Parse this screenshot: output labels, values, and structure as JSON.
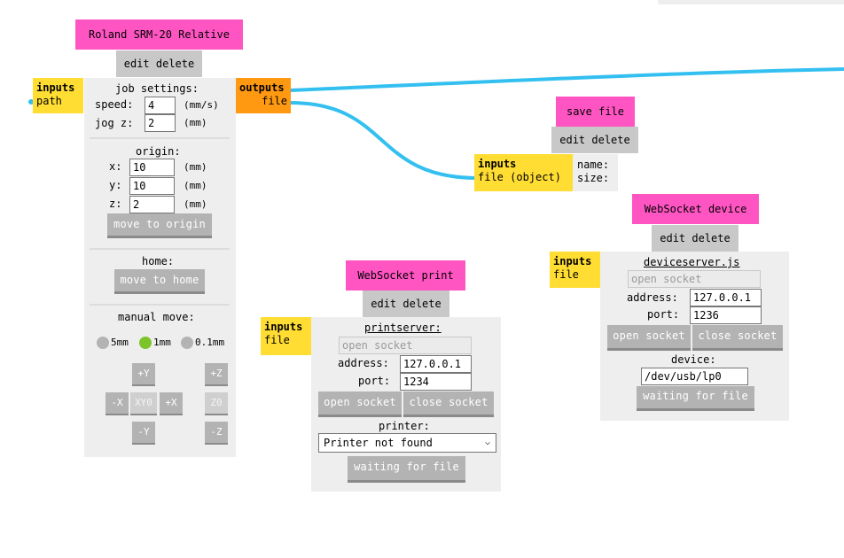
{
  "common": {
    "edit_delete": "edit delete",
    "inputs": "inputs",
    "outputs": "outputs"
  },
  "roland": {
    "title": "Roland SRM-20 Relative",
    "input_port": "path",
    "output_port": "file",
    "job_settings": "job settings:",
    "speed_label": "speed:",
    "speed_value": "4",
    "speed_unit": "(mm/s)",
    "jog_label": "jog z:",
    "jog_value": "2",
    "jog_unit": "(mm)",
    "origin_label": "origin:",
    "x_label": "x:",
    "x_value": "10",
    "x_unit": "(mm)",
    "y_label": "y:",
    "y_value": "10",
    "y_unit": "(mm)",
    "z_label": "z:",
    "z_value": "2",
    "z_unit": "(mm)",
    "move_to_origin": "move to origin",
    "home_label": "home:",
    "move_to_home": "move to home",
    "manual_move": "manual move:",
    "steps": [
      "5mm",
      "1mm",
      "0.1mm"
    ],
    "jog_buttons": {
      "plus_y": "+Y",
      "minus_x": "-X",
      "xy0": "XY0",
      "plus_x": "+X",
      "minus_y": "-Y",
      "plus_z": "+Z",
      "z0": "Z0",
      "minus_z": "-Z"
    }
  },
  "save_file": {
    "title": "save file",
    "input_port": "file (object)",
    "name_label": "name:",
    "size_label": "size:"
  },
  "ws_print": {
    "title": "WebSocket print",
    "input_port": "file",
    "server_label": "printserver:",
    "socket_status": "open socket",
    "address_label": "address:",
    "address_value": "127.0.0.1",
    "port_label": "port:",
    "port_value": "1234",
    "open_socket": "open socket",
    "close_socket": "close socket",
    "printer_label": "printer:",
    "printer_selected": "Printer not found",
    "waiting": "waiting for file"
  },
  "ws_device": {
    "title": "WebSocket device",
    "input_port": "file",
    "server_label": "deviceserver.js",
    "socket_status": "open socket",
    "address_label": "address:",
    "address_value": "127.0.0.1",
    "port_label": "port:",
    "port_value": "1236",
    "open_socket": "open socket",
    "close_socket": "close socket",
    "device_label": "device:",
    "device_value": "/dev/usb/lp0",
    "waiting": "waiting for file"
  },
  "colors": {
    "title_bg": "#ff55c3",
    "inputs_bg": "#ffdd33",
    "outputs_bg": "#ff9912",
    "wire": "#33c0f0",
    "panel": "#eeeeee",
    "button": "#b3b3b3",
    "radio_on": "#7cc42b"
  }
}
